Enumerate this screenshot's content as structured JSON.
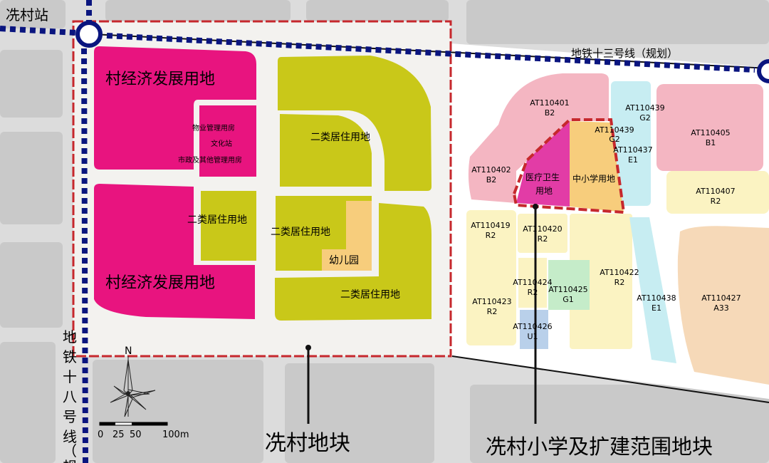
{
  "stations": {
    "xiancun": "冼村站"
  },
  "lines": {
    "line13": "地铁十三号线（规划）",
    "line18_vertical": [
      "地",
      "铁",
      "十",
      "八",
      "号",
      "线",
      "（",
      "规"
    ]
  },
  "xiancun_block": {
    "title": "冼村地块",
    "parcels": {
      "economic_top": "村经济发展用地",
      "economic_bottom": "村经济发展用地",
      "property_mgmt": "物业管理用房",
      "culture_station": "文化站",
      "municipal": "市政及其他管理用房",
      "residential_ne": "二类居住用地",
      "residential_center_left": "二类居住用地",
      "residential_center": "二类居住用地",
      "kindergarten": "幼儿园",
      "residential_se": "二类居住用地"
    }
  },
  "school_block": {
    "title": "冼村小学及扩建范围地块",
    "medical": [
      "医疗卫生",
      "用地"
    ],
    "primary_school": "中小学用地",
    "parcels": [
      {
        "code": "AT110401",
        "use": "B2"
      },
      {
        "code": "AT110439",
        "use": "G2"
      },
      {
        "code": "AT110439",
        "use": "G2"
      },
      {
        "code": "AT110437",
        "use": "E1"
      },
      {
        "code": "AT110405",
        "use": "B1"
      },
      {
        "code": "AT110402",
        "use": "B2"
      },
      {
        "code": "AT110407",
        "use": "R2"
      },
      {
        "code": "AT110419",
        "use": "R2"
      },
      {
        "code": "AT110420",
        "use": "R2"
      },
      {
        "code": "AT110424",
        "use": "R2"
      },
      {
        "code": "AT110425",
        "use": "G1"
      },
      {
        "code": "AT110422",
        "use": "R2"
      },
      {
        "code": "AT110423",
        "use": "R2"
      },
      {
        "code": "AT110438",
        "use": "E1"
      },
      {
        "code": "AT110427",
        "use": "A33"
      },
      {
        "code": "AT110426",
        "use": "U1"
      }
    ]
  },
  "compass": {
    "north": "N",
    "scale_labels": [
      "0",
      "25",
      "50",
      "100m"
    ]
  },
  "colors": {
    "magenta": "#e8147f",
    "yellow_green": "#c9c819",
    "orange_light": "#f7cd7c",
    "pink_light": "#f4b6c2",
    "cyan_light": "#c7edf2",
    "cream": "#fbf3c2",
    "green_light": "#c5ecc9",
    "blue_light": "#b9d0ea",
    "metro_blue": "#0a157f",
    "boundary_red": "#c6282d"
  }
}
